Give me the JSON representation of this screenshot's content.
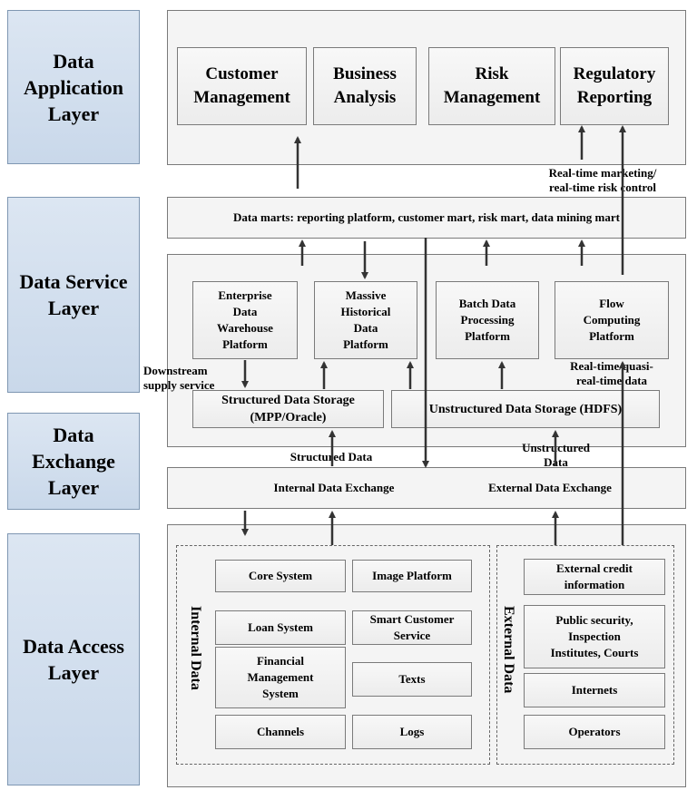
{
  "layers": {
    "application": "Data\nApplication\nLayer",
    "service": "Data Service\nLayer",
    "exchange": "Data\nExchange\nLayer",
    "access": "Data Access\nLayer"
  },
  "application": {
    "customer": "Customer\nManagement",
    "business": "Business\nAnalysis",
    "risk": "Risk\nManagement",
    "regulatory": "Regulatory\nReporting"
  },
  "realtime_label": "Real-time marketing/\nreal-time risk control",
  "data_marts": "Data marts: reporting platform, customer mart, risk mart, data mining mart",
  "service": {
    "edw": "Enterprise\nData\nWarehouse\nPlatform",
    "massive": "Massive\nHistorical\nData\nPlatform",
    "batch": "Batch Data\nProcessing\nPlatform",
    "flow": "Flow\nComputing\nPlatform",
    "structured_storage": "Structured Data Storage\n(MPP/Oracle)",
    "unstructured_storage": "Unstructured Data Storage (HDFS)",
    "downstream": "Downstream\nsupply service",
    "realtime_quasi": "Real-time/quasi-\nreal-time data"
  },
  "exchange": {
    "structured_data": "Structured Data",
    "unstructured_data": "Unstructured\nData",
    "internal": "Internal Data Exchange",
    "external": "External Data Exchange"
  },
  "access": {
    "internal_label": "Internal Data",
    "external_label": "External Data",
    "core": "Core System",
    "image": "Image Platform",
    "loan": "Loan System",
    "smart": "Smart Customer\nService",
    "financial": "Financial\nManagement\nSystem",
    "texts": "Texts",
    "channels": "Channels",
    "logs": "Logs",
    "credit": "External credit\ninformation",
    "public": "Public security,\nInspection\nInstitutes, Courts",
    "internets": "Internets",
    "operators": "Operators"
  }
}
